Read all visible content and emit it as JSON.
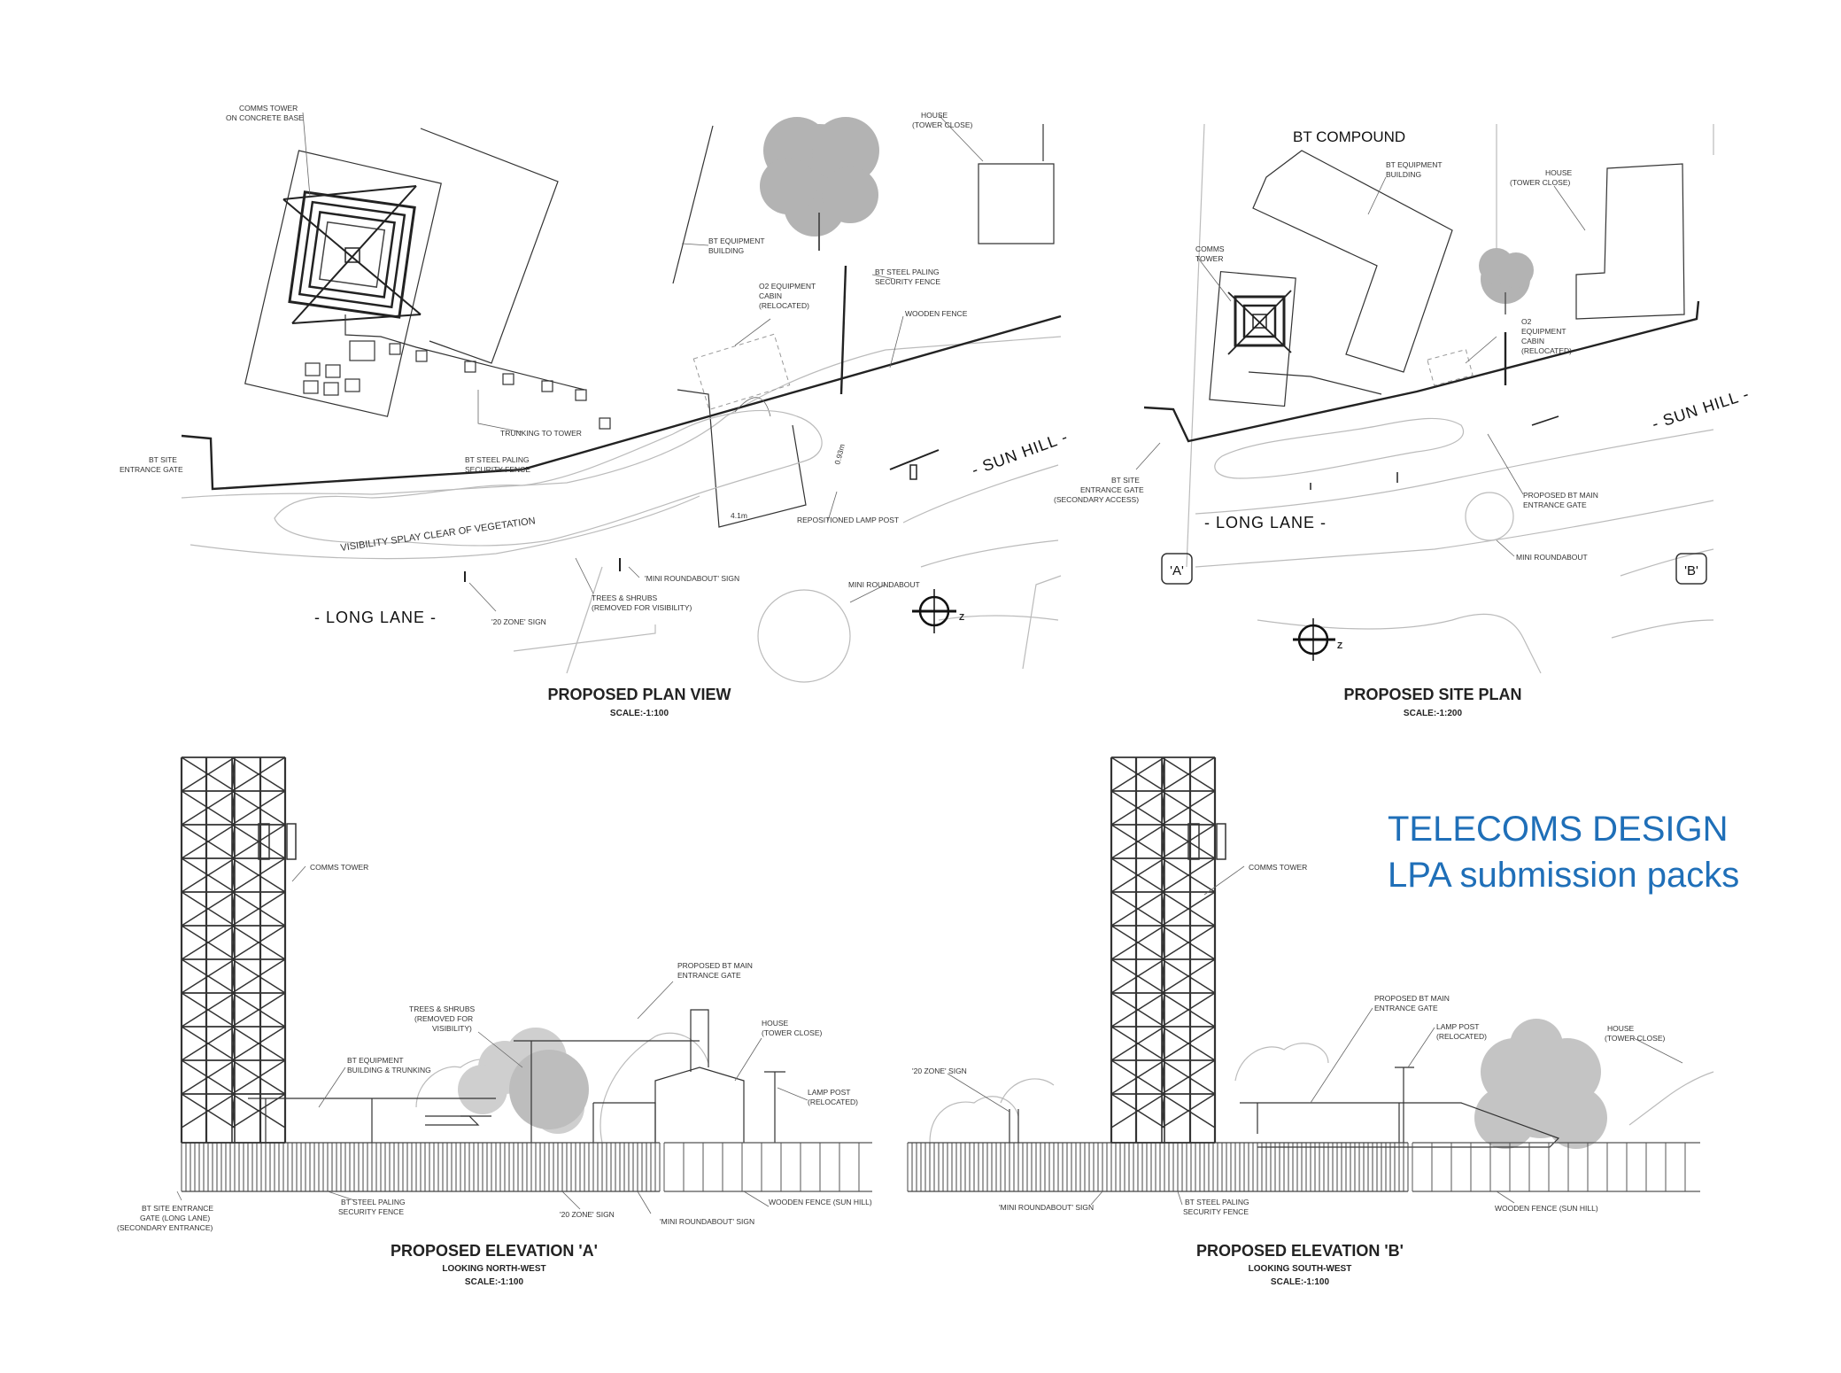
{
  "brand": {
    "line1": "TELECOMS DESIGN",
    "line2": "LPA submission packs",
    "color": "#1f6fb8"
  },
  "plan_view": {
    "title": "PROPOSED PLAN VIEW",
    "scale": "SCALE:-1:100",
    "labels": {
      "comms_tower_1": "COMMS TOWER",
      "comms_tower_2": "ON CONCRETE BASE",
      "house_1": "HOUSE",
      "house_2": "(TOWER CLOSE)",
      "bt_building_1": "BT EQUIPMENT",
      "bt_building_2": "BUILDING",
      "o2_1": "O2 EQUIPMENT",
      "o2_2": "CABIN",
      "o2_3": "(RELOCATED)",
      "steel_fence_1": "BT STEEL PALING",
      "steel_fence_2": "SECURITY FENCE",
      "wooden_fence": "WOODEN FENCE",
      "trunking": "TRUNKING TO TOWER",
      "bt_site_1": "BT SITE",
      "bt_site_2": "ENTRANCE GATE",
      "bt_paling_1": "BT STEEL PALING",
      "bt_paling_2": "SECURITY FENCE",
      "visibility_splay": "VISIBILITY SPLAY CLEAR OF VEGETATION",
      "mini_roundabout_sign": "'MINI ROUNDABOUT' SIGN",
      "trees_1": "TREES & SHRUBS",
      "trees_2": "(REMOVED FOR VISIBILITY)",
      "zone_sign": "'20 ZONE' SIGN",
      "lamp_post": "REPOSITIONED LAMP POST",
      "mini_roundabout": "MINI ROUNDABOUT",
      "dim_a": "4.1m",
      "dim_b": "0.93m",
      "long_lane": "- LONG LANE -",
      "sun_hill": "- SUN HILL -"
    }
  },
  "site_plan": {
    "title": "PROPOSED SITE PLAN",
    "scale": "SCALE:-1:200",
    "labels": {
      "compound": "BT COMPOUND",
      "bt_building_1": "BT EQUIPMENT",
      "bt_building_2": "BUILDING",
      "house_1": "HOUSE",
      "house_2": "(TOWER CLOSE)",
      "comms_1": "COMMS",
      "comms_2": "TOWER",
      "o2_1": "O2",
      "o2_2": "EQUIPMENT",
      "o2_3": "CABIN",
      "o2_4": "(RELOCATED)",
      "sun_hill": "- SUN HILL -",
      "bt_site_1": "BT SITE",
      "bt_site_2": "ENTRANCE GATE",
      "bt_site_3": "(SECONDARY ACCESS)",
      "gate_1": "PROPOSED BT MAIN",
      "gate_2": "ENTRANCE GATE",
      "long_lane": "- LONG LANE -",
      "mini_roundabout": "MINI ROUNDABOUT",
      "marker_a": "'A'",
      "marker_b": "'B'"
    }
  },
  "elevation_a": {
    "title": "PROPOSED ELEVATION 'A'",
    "subtitle": "LOOKING NORTH-WEST",
    "scale": "SCALE:-1:100",
    "labels": {
      "comms_tower": "COMMS TOWER",
      "gate_1": "PROPOSED BT MAIN",
      "gate_2": "ENTRANCE GATE",
      "trees_1": "TREES & SHRUBS",
      "trees_2": "(REMOVED FOR",
      "trees_3": "VISIBILITY)",
      "house_1": "HOUSE",
      "house_2": "(TOWER CLOSE)",
      "building_1": "BT EQUIPMENT",
      "building_2": "BUILDING & TRUNKING",
      "lamp_1": "LAMP POST",
      "lamp_2": "(RELOCATED)",
      "site_gate_1": "BT SITE ENTRANCE",
      "site_gate_2": "GATE (LONG LANE)",
      "site_gate_3": "(SECONDARY ENTRANCE)",
      "steel_1": "BT STEEL PALING",
      "steel_2": "SECURITY FENCE",
      "zone_sign": "'20 ZONE' SIGN",
      "roundabout_sign": "'MINI ROUNDABOUT' SIGN",
      "wooden_fence": "WOODEN FENCE (SUN HILL)"
    }
  },
  "elevation_b": {
    "title": "PROPOSED ELEVATION 'B'",
    "subtitle": "LOOKING SOUTH-WEST",
    "scale": "SCALE:-1:100",
    "labels": {
      "comms_tower": "COMMS TOWER",
      "gate_1": "PROPOSED BT MAIN",
      "gate_2": "ENTRANCE GATE",
      "lamp_1": "LAMP POST",
      "lamp_2": "(RELOCATED)",
      "house_1": "HOUSE",
      "house_2": "(TOWER CLOSE)",
      "zone_sign": "'20 ZONE' SIGN",
      "roundabout_sign": "'MINI ROUNDABOUT' SIGN",
      "steel_1": "BT STEEL PALING",
      "steel_2": "SECURITY FENCE",
      "wooden_fence": "WOODEN FENCE (SUN HILL)"
    }
  }
}
